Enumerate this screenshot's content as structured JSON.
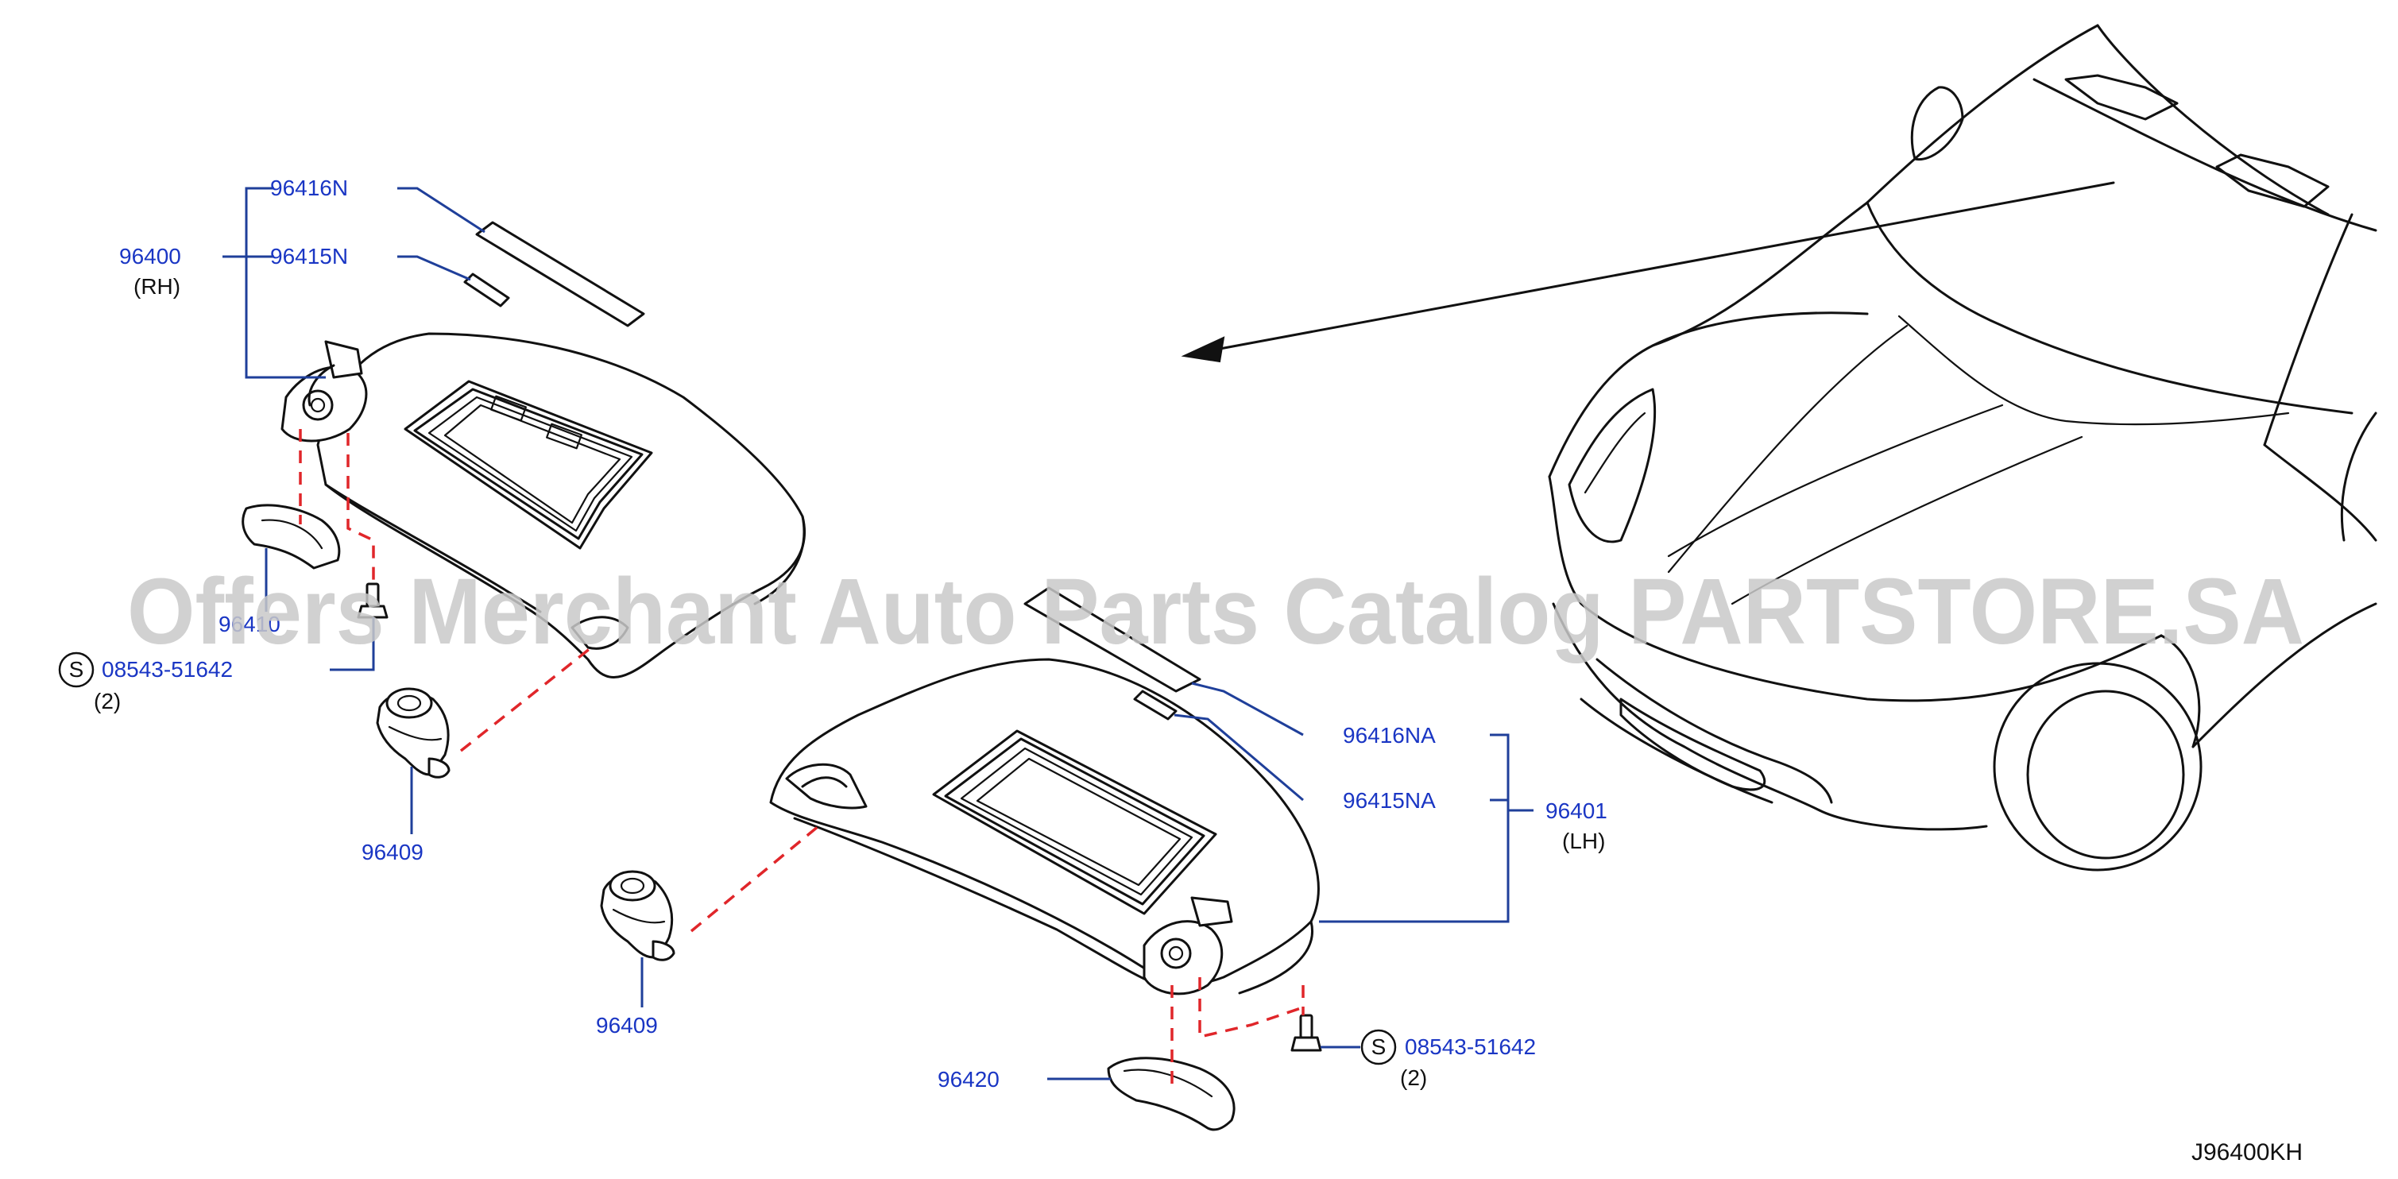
{
  "labels": {
    "p96416n": "96416N",
    "p96415n": "96415N",
    "p96400": "96400",
    "rh": "(RH)",
    "p96410": "96410",
    "s_upper_code": "08543-51642",
    "s_upper_qty": "(2)",
    "p96409_upper": "96409",
    "p96416na": "96416NA",
    "p96415na": "96415NA",
    "p96401": "96401",
    "lh": "(LH)",
    "p96409_lower": "96409",
    "s_lower_code": "08543-51642",
    "s_lower_qty": "(2)",
    "p96420": "96420",
    "s_symbol": "S",
    "diagram_code": "J96400KH"
  },
  "watermark": "Offers Merchant Auto Parts Catalog PARTSTORE.SA",
  "colors": {
    "label_blue": "#1a36c4",
    "leader_blue": "#1f3f9a",
    "hidden_red": "#e0262a",
    "ink": "#111111",
    "watermark_grey": "#c9c9c9"
  }
}
